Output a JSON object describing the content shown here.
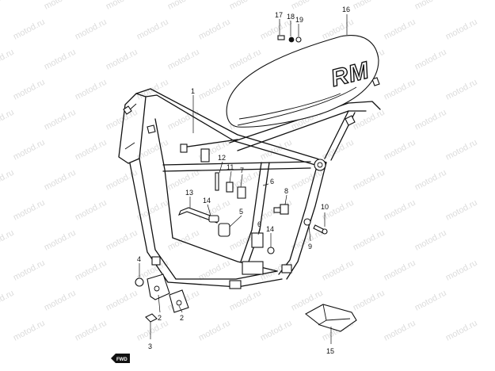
{
  "watermark": "motod.ru",
  "seat_logo": "RM",
  "forward_marker": "FWD",
  "callouts": [
    "1",
    "2",
    "2",
    "3",
    "4",
    "5",
    "6",
    "6",
    "7",
    "8",
    "9",
    "10",
    "11",
    "12",
    "13",
    "14",
    "14",
    "15",
    "16",
    "17",
    "18",
    "19"
  ]
}
